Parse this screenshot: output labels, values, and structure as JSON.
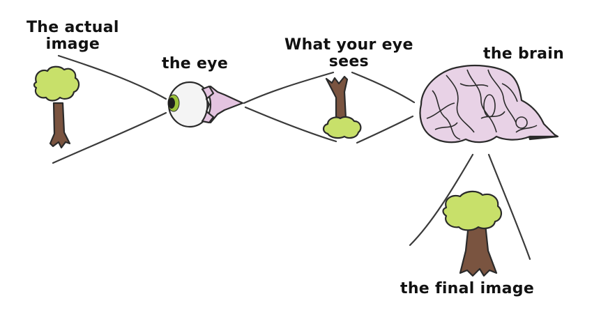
{
  "diagram": {
    "labels": {
      "actual_image": [
        "The actual",
        "image"
      ],
      "eye": "the eye",
      "eye_sees": [
        "What your eye",
        "sees"
      ],
      "brain": "the brain",
      "final_image": "the final image"
    },
    "colors": {
      "foliage": "#c8e06a",
      "trunk": "#7a5440",
      "eye_white": "#f4f4f4",
      "iris": "#9bc23a",
      "pupil": "#1e1e1e",
      "optic_nerve": "#e4c4e0",
      "brain": "#e8d2e6",
      "outline": "#2a2a2a"
    },
    "stages": [
      "actual-image",
      "eye",
      "eye-sees-inverted",
      "brain",
      "final-image"
    ]
  }
}
